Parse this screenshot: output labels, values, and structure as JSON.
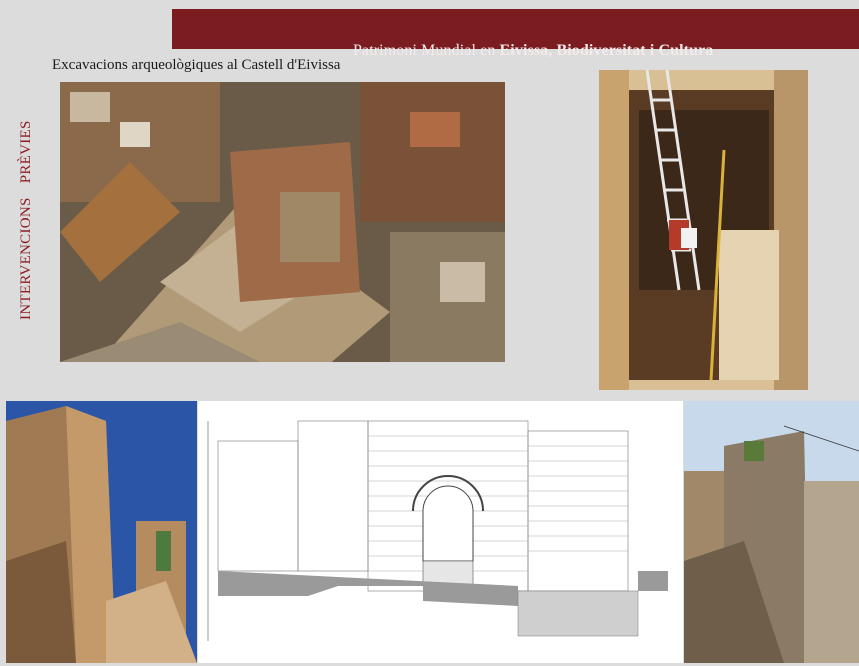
{
  "header": {
    "prefix": "Patrimoni Mundial en ",
    "emphasis": "Eivissa, Biodiversitat i Cultura"
  },
  "slide": {
    "title": "Excavacions arqueològiques al Castell d'Eivissa",
    "side_label": [
      "INTERVENCIONS",
      "PRÈVIES"
    ]
  },
  "colors": {
    "banner": "#7b1c20",
    "side_label": "#8b1e22",
    "background": "#dcdcdc"
  }
}
